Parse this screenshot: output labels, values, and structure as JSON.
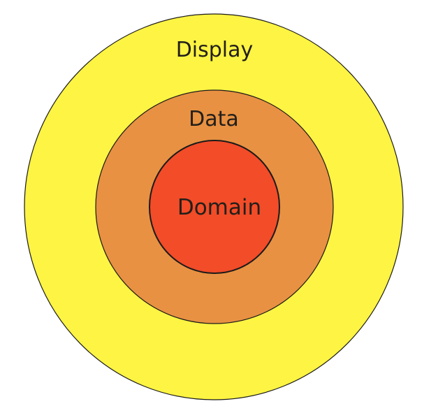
{
  "diagram": {
    "type": "concentric-circles",
    "layers": [
      {
        "label": "Display",
        "color": "#fef443"
      },
      {
        "label": "Data",
        "color": "#e89142"
      },
      {
        "label": "Domain",
        "color": "#f24c28"
      }
    ],
    "outline_color": "#1a1a1a"
  }
}
